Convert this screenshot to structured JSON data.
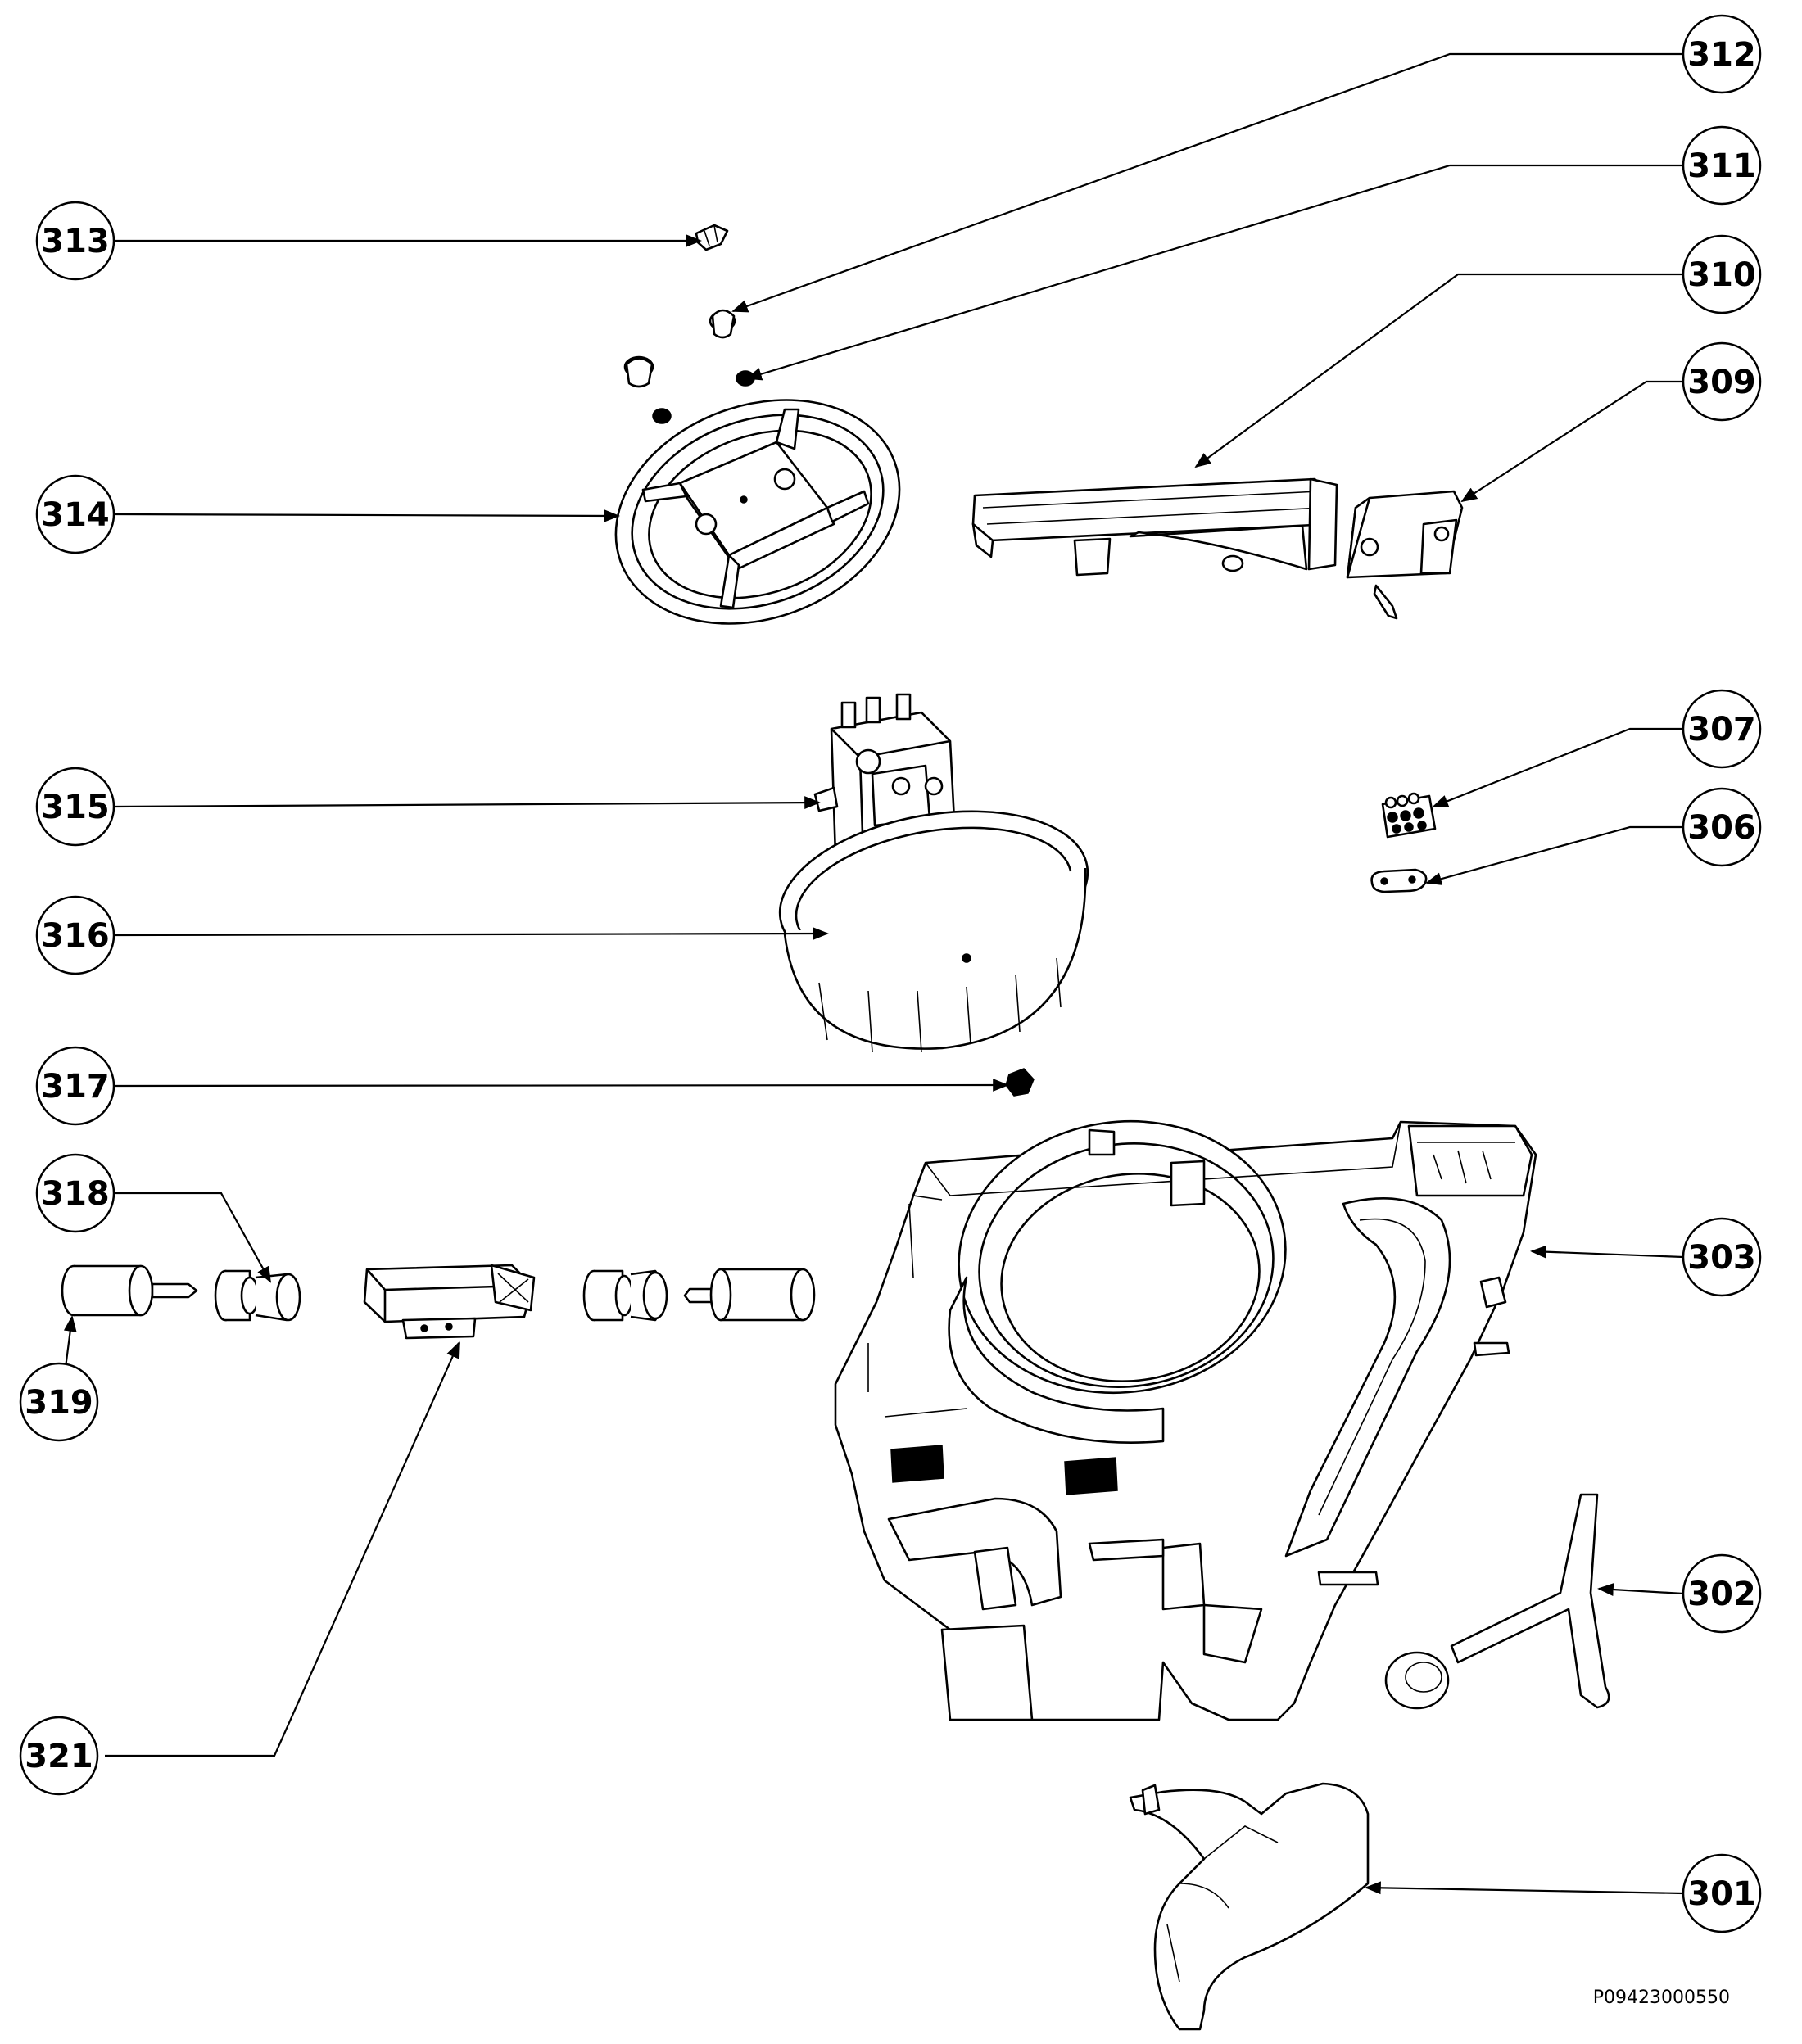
{
  "document_number": "P09423000550",
  "callouts": [
    {
      "label": "312"
    },
    {
      "label": "311"
    },
    {
      "label": "310"
    },
    {
      "label": "309"
    },
    {
      "label": "313"
    },
    {
      "label": "314"
    },
    {
      "label": "307"
    },
    {
      "label": "306"
    },
    {
      "label": "315"
    },
    {
      "label": "316"
    },
    {
      "label": "317"
    },
    {
      "label": "318"
    },
    {
      "label": "303"
    },
    {
      "label": "319"
    },
    {
      "label": "302"
    },
    {
      "label": "321"
    },
    {
      "label": "301"
    }
  ],
  "colors": {
    "line": "#000000",
    "background": "#ffffff"
  }
}
